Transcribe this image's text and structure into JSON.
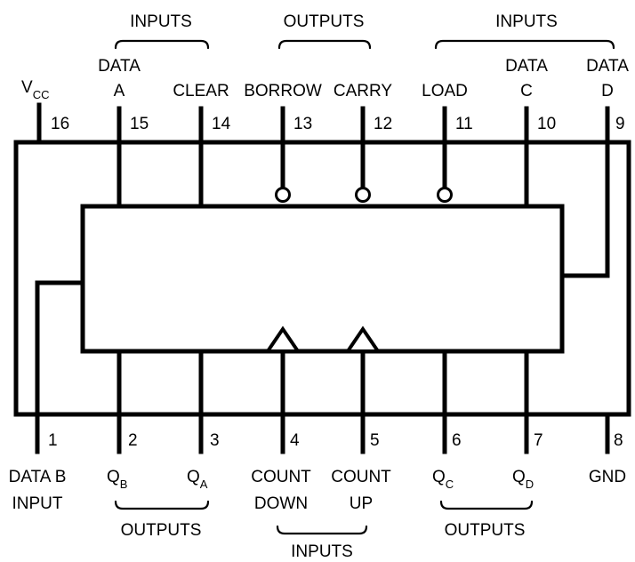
{
  "top_groups": {
    "inputs_left": "INPUTS",
    "outputs": "OUTPUTS",
    "inputs_right": "INPUTS"
  },
  "bottom_groups": {
    "outputs_left": "OUTPUTS",
    "inputs": "INPUTS",
    "outputs_right": "OUTPUTS"
  },
  "pins": {
    "p1": {
      "number": "1",
      "line1": "DATA B",
      "line2": "INPUT"
    },
    "p2": {
      "number": "2",
      "main": "Q",
      "sub": "B"
    },
    "p3": {
      "number": "3",
      "main": "Q",
      "sub": "A"
    },
    "p4": {
      "number": "4",
      "line1": "COUNT",
      "line2": "DOWN"
    },
    "p5": {
      "number": "5",
      "line1": "COUNT",
      "line2": "UP"
    },
    "p6": {
      "number": "6",
      "main": "Q",
      "sub": "C"
    },
    "p7": {
      "number": "7",
      "main": "Q",
      "sub": "D"
    },
    "p8": {
      "number": "8",
      "label": "GND"
    },
    "p9": {
      "number": "9",
      "line1": "DATA",
      "line2": "D"
    },
    "p10": {
      "number": "10",
      "line1": "DATA",
      "line2": "C"
    },
    "p11": {
      "number": "11",
      "label": "LOAD"
    },
    "p12": {
      "number": "12",
      "label": "CARRY"
    },
    "p13": {
      "number": "13",
      "label": "BORROW"
    },
    "p14": {
      "number": "14",
      "label": "CLEAR"
    },
    "p15": {
      "number": "15",
      "line1": "DATA",
      "line2": "A"
    },
    "p16": {
      "number": "16",
      "main": "V",
      "sub": "CC"
    }
  }
}
